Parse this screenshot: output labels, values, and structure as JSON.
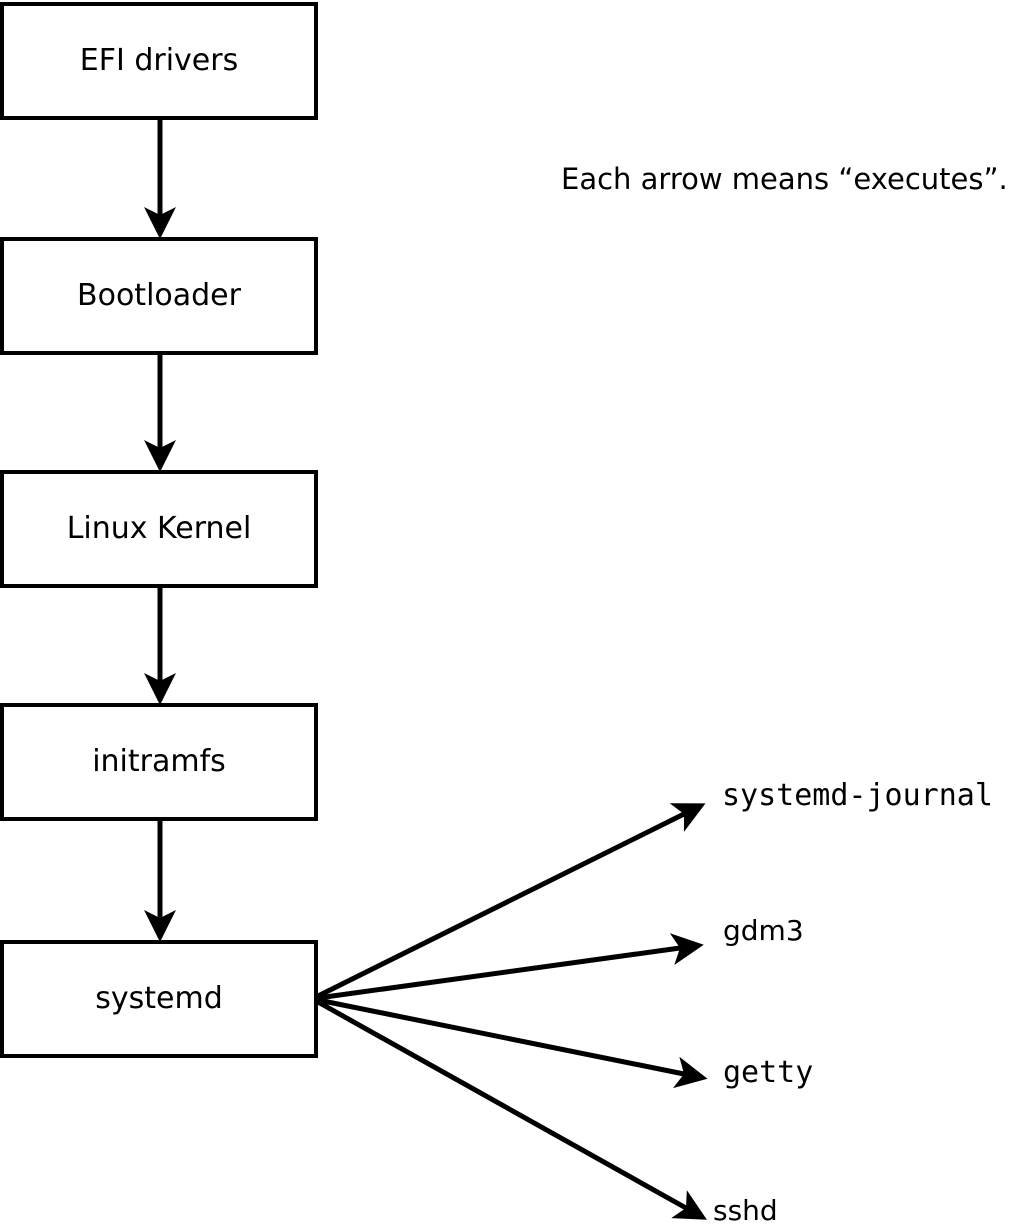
{
  "note": {
    "text": "Each arrow means “executes”."
  },
  "flow": {
    "boxes": [
      {
        "label": "EFI drivers"
      },
      {
        "label": "Bootloader"
      },
      {
        "label": "Linux Kernel"
      },
      {
        "label": "initramfs"
      },
      {
        "label": "systemd"
      }
    ]
  },
  "services": [
    {
      "label": "systemd-journal"
    },
    {
      "label": "gdm3"
    },
    {
      "label": "getty"
    },
    {
      "label": "sshd"
    }
  ],
  "colors": {
    "line": "#000000",
    "text": "#000000",
    "box_fill": "#ffffff",
    "background": "#ffffff"
  }
}
